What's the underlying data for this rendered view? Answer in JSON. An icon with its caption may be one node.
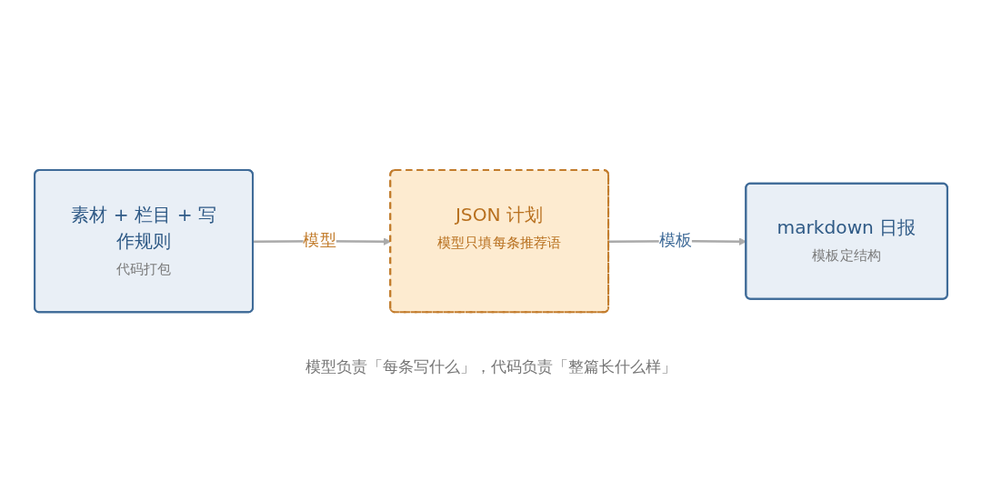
{
  "diagram": {
    "nodes": [
      {
        "text": [
          "素材 + 栏目 + 写作规则",
          "代码打包"
        ]
      },
      {
        "text": [
          "JSON 计划",
          "模型只填每条推荐语"
        ]
      },
      {
        "text": [
          "markdown 日报",
          "模板定结构"
        ]
      }
    ],
    "edges": [
      {
        "from": 0,
        "to": 1,
        "arrow": "to",
        "label": "模型"
      },
      {
        "from": 1,
        "to": 2,
        "arrow": "to",
        "label": "模板"
      }
    ],
    "caption": "模型负责「每条写什么」，代码负责「整篇长什么样」"
  }
}
